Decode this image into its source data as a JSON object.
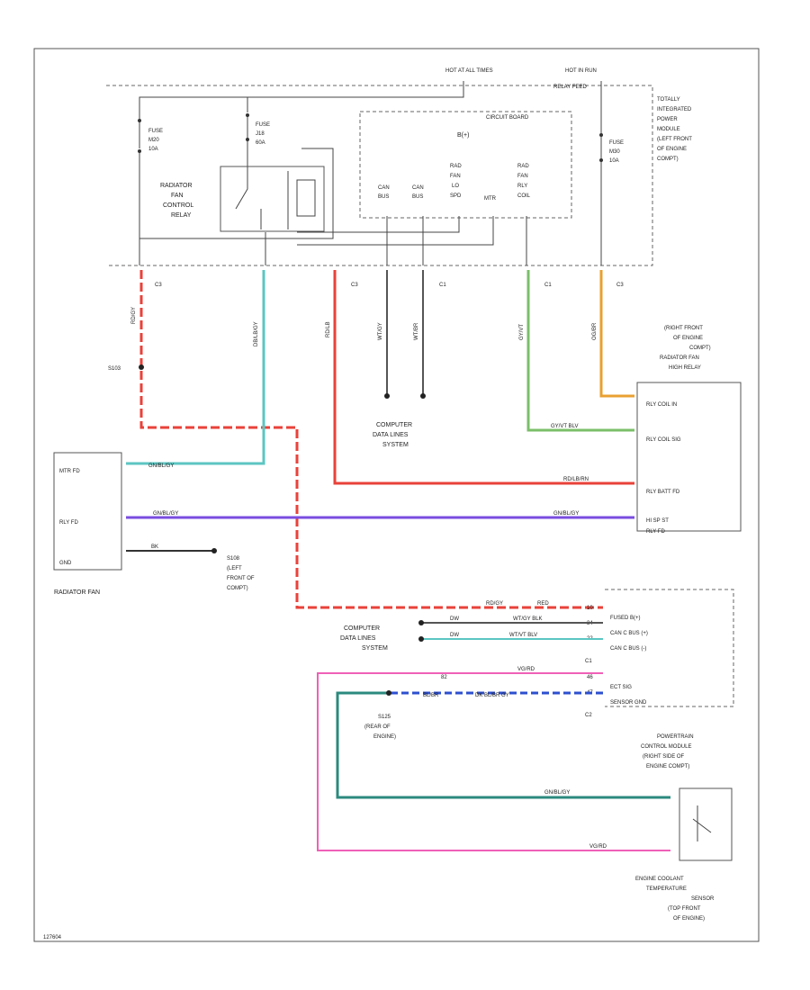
{
  "colors": {
    "red": "#e8423a",
    "teal": "#5cc6c2",
    "orange": "#e8a030",
    "green_blue": "#7bbf6a",
    "violet": "#7a4de0",
    "pink": "#f060b8",
    "dark_blue": "#2c4fd0",
    "dark_teal": "#2b8a7e",
    "gray": "#555555"
  },
  "top": {
    "hot_at_all_times": "HOT AT ALL TIMES",
    "hot_in_run": "HOT IN RUN",
    "relay_feed": "RELAY FEED",
    "tipm_label": [
      "TOTALLY",
      "INTEGRATED",
      "POWER",
      "MODULE",
      "(LEFT FRONT",
      "OF ENGINE",
      "COMPT)"
    ],
    "fuse1": [
      "FUSE",
      "M20",
      "10A"
    ],
    "fuse2": [
      "FUSE",
      "J18",
      "60A"
    ],
    "fuse3": [
      "FUSE",
      "M30",
      "10A"
    ],
    "relay_label": [
      "RADIATOR",
      "FAN",
      "CONTROL",
      "RELAY"
    ],
    "circuit_board": "CIRCUIT BOARD",
    "bplus": "B(+)",
    "can1": [
      "CAN",
      "BUS"
    ],
    "can2": [
      "CAN",
      "BUS"
    ],
    "rad_fan_lo": [
      "RAD",
      "FAN",
      "LO",
      "SPD"
    ],
    "mtr": "MTR",
    "rad_fan_rly": [
      "RAD",
      "FAN",
      "RLY",
      "COIL"
    ]
  },
  "connectors": {
    "c3a": "C3",
    "c3b": "C3",
    "c1a": "C1",
    "c1b": "C1",
    "c3c": "C3"
  },
  "wires": {
    "red_vert": "RD/GY",
    "teal_vert": "DB/LB/GY",
    "red_right": "RD/LB",
    "can_a": "WT/GY",
    "can_b": "WT/BR",
    "green_vert": "GY/VT",
    "orange_vert": "OG/BR"
  },
  "splices": {
    "s103": "S103",
    "s108": [
      "S108",
      "(LEFT",
      "FRONT OF",
      "COMPT)"
    ],
    "s125": [
      "S125",
      "(REAR OF",
      "ENGINE)"
    ]
  },
  "radiator_fan": {
    "title": "RADIATOR FAN",
    "mtr_fd": "MTR FD",
    "rly_fd": "RLY FD",
    "gnd": "GND",
    "wire_a": "GN/BL/GY",
    "wire_b": "GN/BL/GY",
    "wire_c": "BK"
  },
  "computer_data": [
    "COMPUTER",
    "DATA LINES",
    "SYSTEM"
  ],
  "hi_relay": {
    "title": [
      "(RIGHT FRONT",
      "OF ENGINE",
      "COMPT)",
      "RADIATOR FAN",
      "HIGH RELAY"
    ],
    "coil_in": "RLY COIL IN",
    "coil_sig": "RLY COIL SIG",
    "batt_fd": "RLY BATT FD",
    "hi_spd": [
      "HI SP ST",
      "RLY FD"
    ],
    "wire_coil_sig": "GY/VT BLV",
    "wire_batt": "RD/LB/RN",
    "wire_hi": "GN/BL/GY"
  },
  "pcm": {
    "fused_b": "FUSED B(+)",
    "can_c_plus": "CAN C BUS (+)",
    "can_c_minus": "CAN C BUS (-)",
    "ect_sig": "ECT SIG",
    "sensor_gnd": "SENSOR GND",
    "c1": "C1",
    "c2": "C2",
    "title": [
      "POWERTRAIN",
      "CONTROL MODULE",
      "(RIGHT SIDE OF",
      "ENGINE COMPT)"
    ],
    "w_fused": "RD/GY",
    "w_red": "RED",
    "w_can1a": "DW",
    "w_can1b": "WT/GY BLK",
    "w_can2a": "DW",
    "w_can2b": "WT/VT BLV",
    "w_ect": "VG/RD",
    "w_sg1": "BL/BR",
    "w_sg2": "DK BL/BR GY",
    "pin1": "10",
    "pin2": "34",
    "pin3": "22",
    "pin4": "46",
    "pin5": "82",
    "pin6": "47"
  },
  "ect_sensor": {
    "title": [
      "ENGINE COOLANT",
      "TEMPERATURE",
      "SENSOR",
      "(TOP FRONT",
      "OF ENGINE)"
    ],
    "wire_top": "GN/BL/GY",
    "wire_bot": "VG/RD"
  },
  "footer": "127604"
}
